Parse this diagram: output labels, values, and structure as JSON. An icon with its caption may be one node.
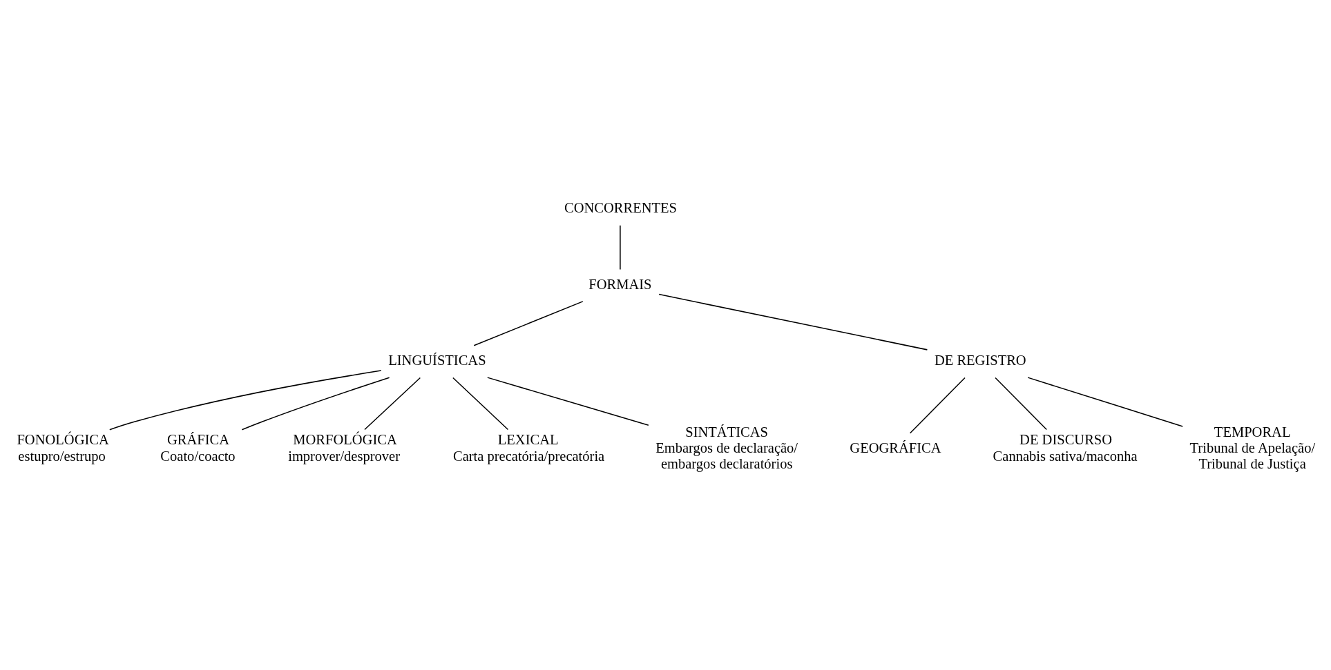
{
  "diagram": {
    "nodes": [
      {
        "text": [
          "CONCORRENTES"
        ]
      },
      {
        "text": [
          "FORMAIS"
        ]
      },
      {
        "text": [
          "LINGUÍSTICAS"
        ]
      },
      {
        "text": [
          "DE REGISTRO"
        ]
      },
      {
        "text": [
          "FONOLÓGICA",
          "estupro/estrupo"
        ]
      },
      {
        "text": [
          "GRÁFICA",
          "Coato/coacto"
        ]
      },
      {
        "text": [
          "MORFOLÓGICA",
          "improver/desprover"
        ]
      },
      {
        "text": [
          "LEXICAL",
          "Carta precatória/precatória"
        ]
      },
      {
        "text": [
          "SINTÁTICAS",
          "Embargos de declaração/ embargos declaratórios"
        ]
      },
      {
        "text": [
          "GEOGRÁFICA"
        ]
      },
      {
        "text": [
          "DE DISCURSO",
          "Cannabis sativa/maconha"
        ]
      },
      {
        "text": [
          "TEMPORAL",
          "Tribunal de Apelação/ Tribunal de Justiça"
        ]
      }
    ],
    "edges": [
      {
        "from": 0,
        "to": 1,
        "arrow": "none"
      },
      {
        "from": 1,
        "to": 2,
        "arrow": "none"
      },
      {
        "from": 1,
        "to": 3,
        "arrow": "none"
      },
      {
        "from": 2,
        "to": 4,
        "arrow": "none"
      },
      {
        "from": 2,
        "to": 5,
        "arrow": "none"
      },
      {
        "from": 2,
        "to": 6,
        "arrow": "none"
      },
      {
        "from": 2,
        "to": 7,
        "arrow": "none"
      },
      {
        "from": 2,
        "to": 8,
        "arrow": "none"
      },
      {
        "from": 3,
        "to": 9,
        "arrow": "none"
      },
      {
        "from": 3,
        "to": 10,
        "arrow": "none"
      },
      {
        "from": 3,
        "to": 11,
        "arrow": "none"
      }
    ]
  }
}
